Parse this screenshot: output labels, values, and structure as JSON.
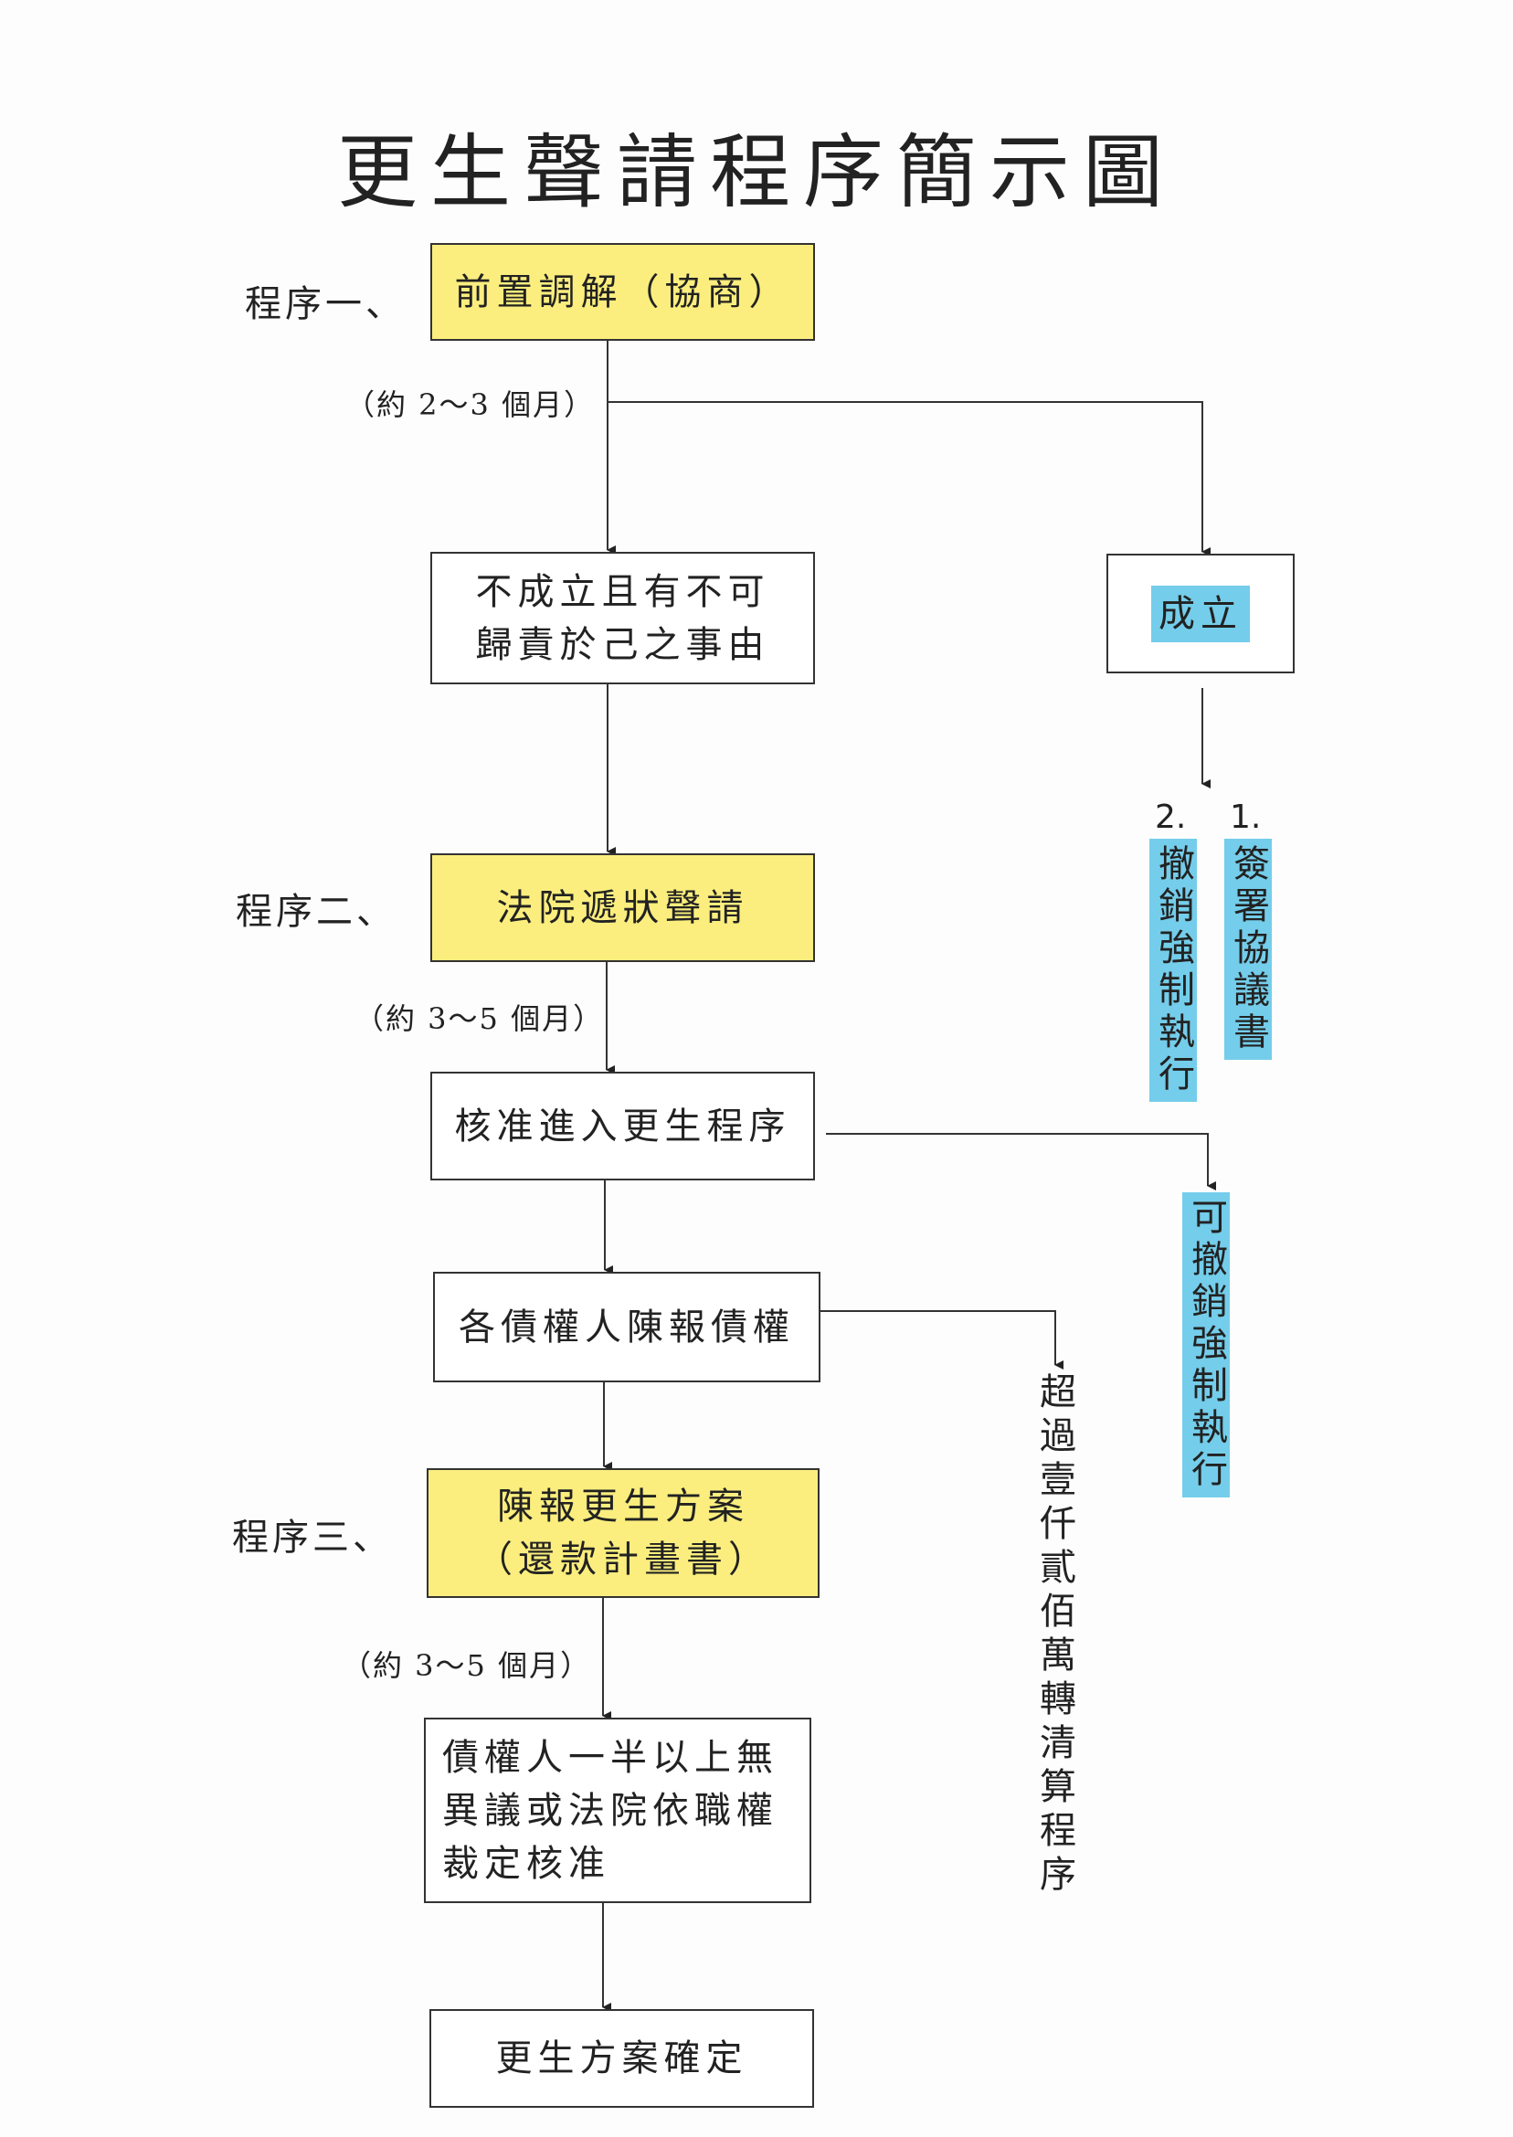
{
  "title": "更生聲請程序簡示圖",
  "steps": {
    "one": "程序一、",
    "two": "程序二、",
    "three": "程序三、"
  },
  "boxes": {
    "mediation": "前置調解（協商）",
    "not_established": "不成立且有不可歸責於己之事由",
    "established": "成立",
    "court_filing": "法院遞狀聲請",
    "approved": "核准進入更生程序",
    "creditors_report": "各債權人陳報債權",
    "plan_line1": "陳報更生方案",
    "plan_line2": "（還款計畫書）",
    "majority": "債權人一半以上無異議或法院依職權裁定核准",
    "final": "更生方案確定"
  },
  "durations": [
    "（約 2～3 個月）",
    "（約 3～5 個月）",
    "（約 3～5 個月）"
  ],
  "outcomes": {
    "item1_num": "1.",
    "item1": "簽署協議書",
    "item2_num": "2.",
    "item2": "撤銷強制執行",
    "revoke": "可撤銷強制執行",
    "liquidation": "超過壹仟貳佰萬轉清算程序"
  },
  "colors": {
    "yellow": "#fbee7e",
    "highlight": "#74cdea"
  }
}
